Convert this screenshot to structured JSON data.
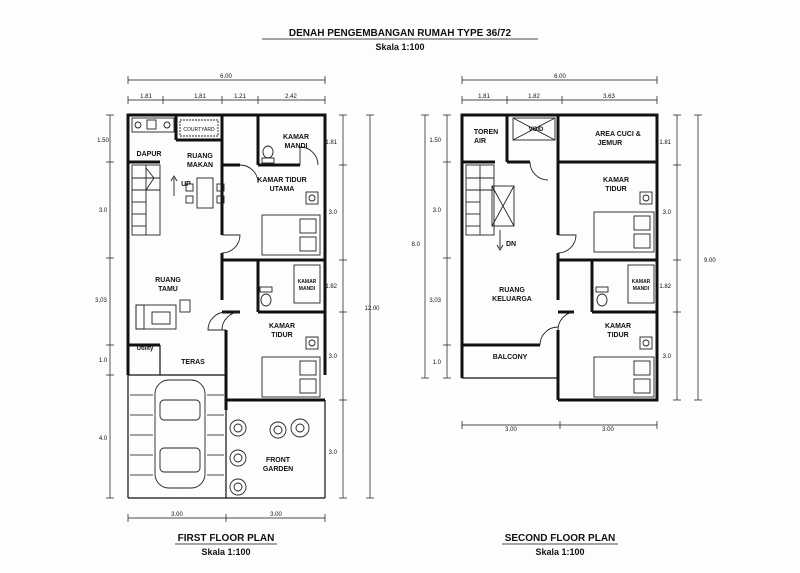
{
  "header": {
    "title": "DENAH PENGEMBANGAN RUMAH TYPE 36/72",
    "scale": "Skala 1:100"
  },
  "first_floor": {
    "title": "FIRST FLOOR PLAN",
    "scale": "Skala 1:100",
    "rooms": {
      "dapur": "DAPUR",
      "courtyard": "COURTYARD",
      "ruang_makan_1": "RUANG",
      "ruang_makan_2": "MAKAN",
      "kamar_mandi_1_a": "KAMAR",
      "kamar_mandi_1_b": "MANDI",
      "kt_utama_1": "KAMAR TIDUR",
      "kt_utama_2": "UTAMA",
      "up": "UP",
      "ruang_tamu_1": "RUANG",
      "ruang_tamu_2": "TAMU",
      "kamar_mandi_2_a": "KAMAR",
      "kamar_mandi_2_b": "MANDI",
      "kamar_tidur_1": "KAMAR",
      "kamar_tidur_2": "TIDUR",
      "utility": "Utility",
      "teras": "TERAS",
      "front_garden_1": "FRONT",
      "front_garden_2": "GARDEN"
    },
    "dims_top": [
      "6.00",
      "1.81",
      "1,81",
      "1.21",
      "2.42"
    ],
    "dims_left": [
      "1.50",
      "3.0",
      "3,03",
      "1.0",
      "4.0"
    ],
    "dims_right": [
      "1.81",
      "3.0",
      "1.82",
      "3.0",
      "3.0",
      "12.00"
    ],
    "dims_bottom": [
      "3.00",
      "3.00"
    ]
  },
  "second_floor": {
    "title": "SECOND FLOOR PLAN",
    "scale": "Skala 1:100",
    "rooms": {
      "toren_1": "TOREN",
      "toren_2": "AIR",
      "void": "VOID",
      "area_cuci_1": "AREA CUCI &",
      "area_cuci_2": "JEMUR",
      "kamar_tidur_a1": "KAMAR",
      "kamar_tidur_a2": "TIDUR",
      "dn": "DN",
      "ruang_keluarga_1": "RUANG",
      "ruang_keluarga_2": "KELUARGA",
      "kamar_mandi_a": "KAMAR",
      "kamar_mandi_b": "MANDI",
      "kamar_tidur_b1": "KAMAR",
      "kamar_tidur_b2": "TIDUR",
      "balcony": "BALCONY"
    },
    "dims_top": [
      "6.00",
      "1.81",
      "1.82",
      "3.63"
    ],
    "dims_left": [
      "1.50",
      "3.0",
      "8.0",
      "3,03",
      "1.0"
    ],
    "dims_right": [
      "1.81",
      "3.0",
      "1.82",
      "3.0",
      "9.00"
    ],
    "dims_bottom": [
      "3.00",
      "3.00"
    ]
  }
}
